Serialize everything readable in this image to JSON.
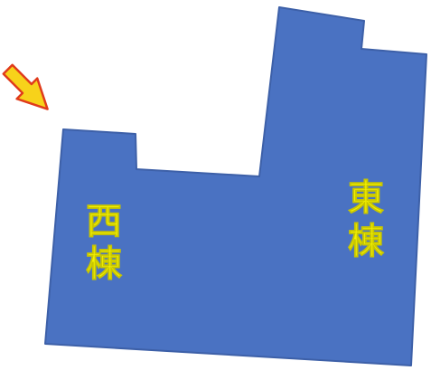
{
  "map": {
    "building_color": "#4a72c2",
    "building_outline": "#3d60a8",
    "label_color": "#f5f200",
    "arrow_fill": "#f7d21a",
    "arrow_outline": "#e03b1b",
    "arrow_direction": "down-right",
    "labels": {
      "west_building_line1": "西",
      "west_building_line2": "棟",
      "east_building_line1": "東",
      "east_building_line2": "棟"
    }
  }
}
